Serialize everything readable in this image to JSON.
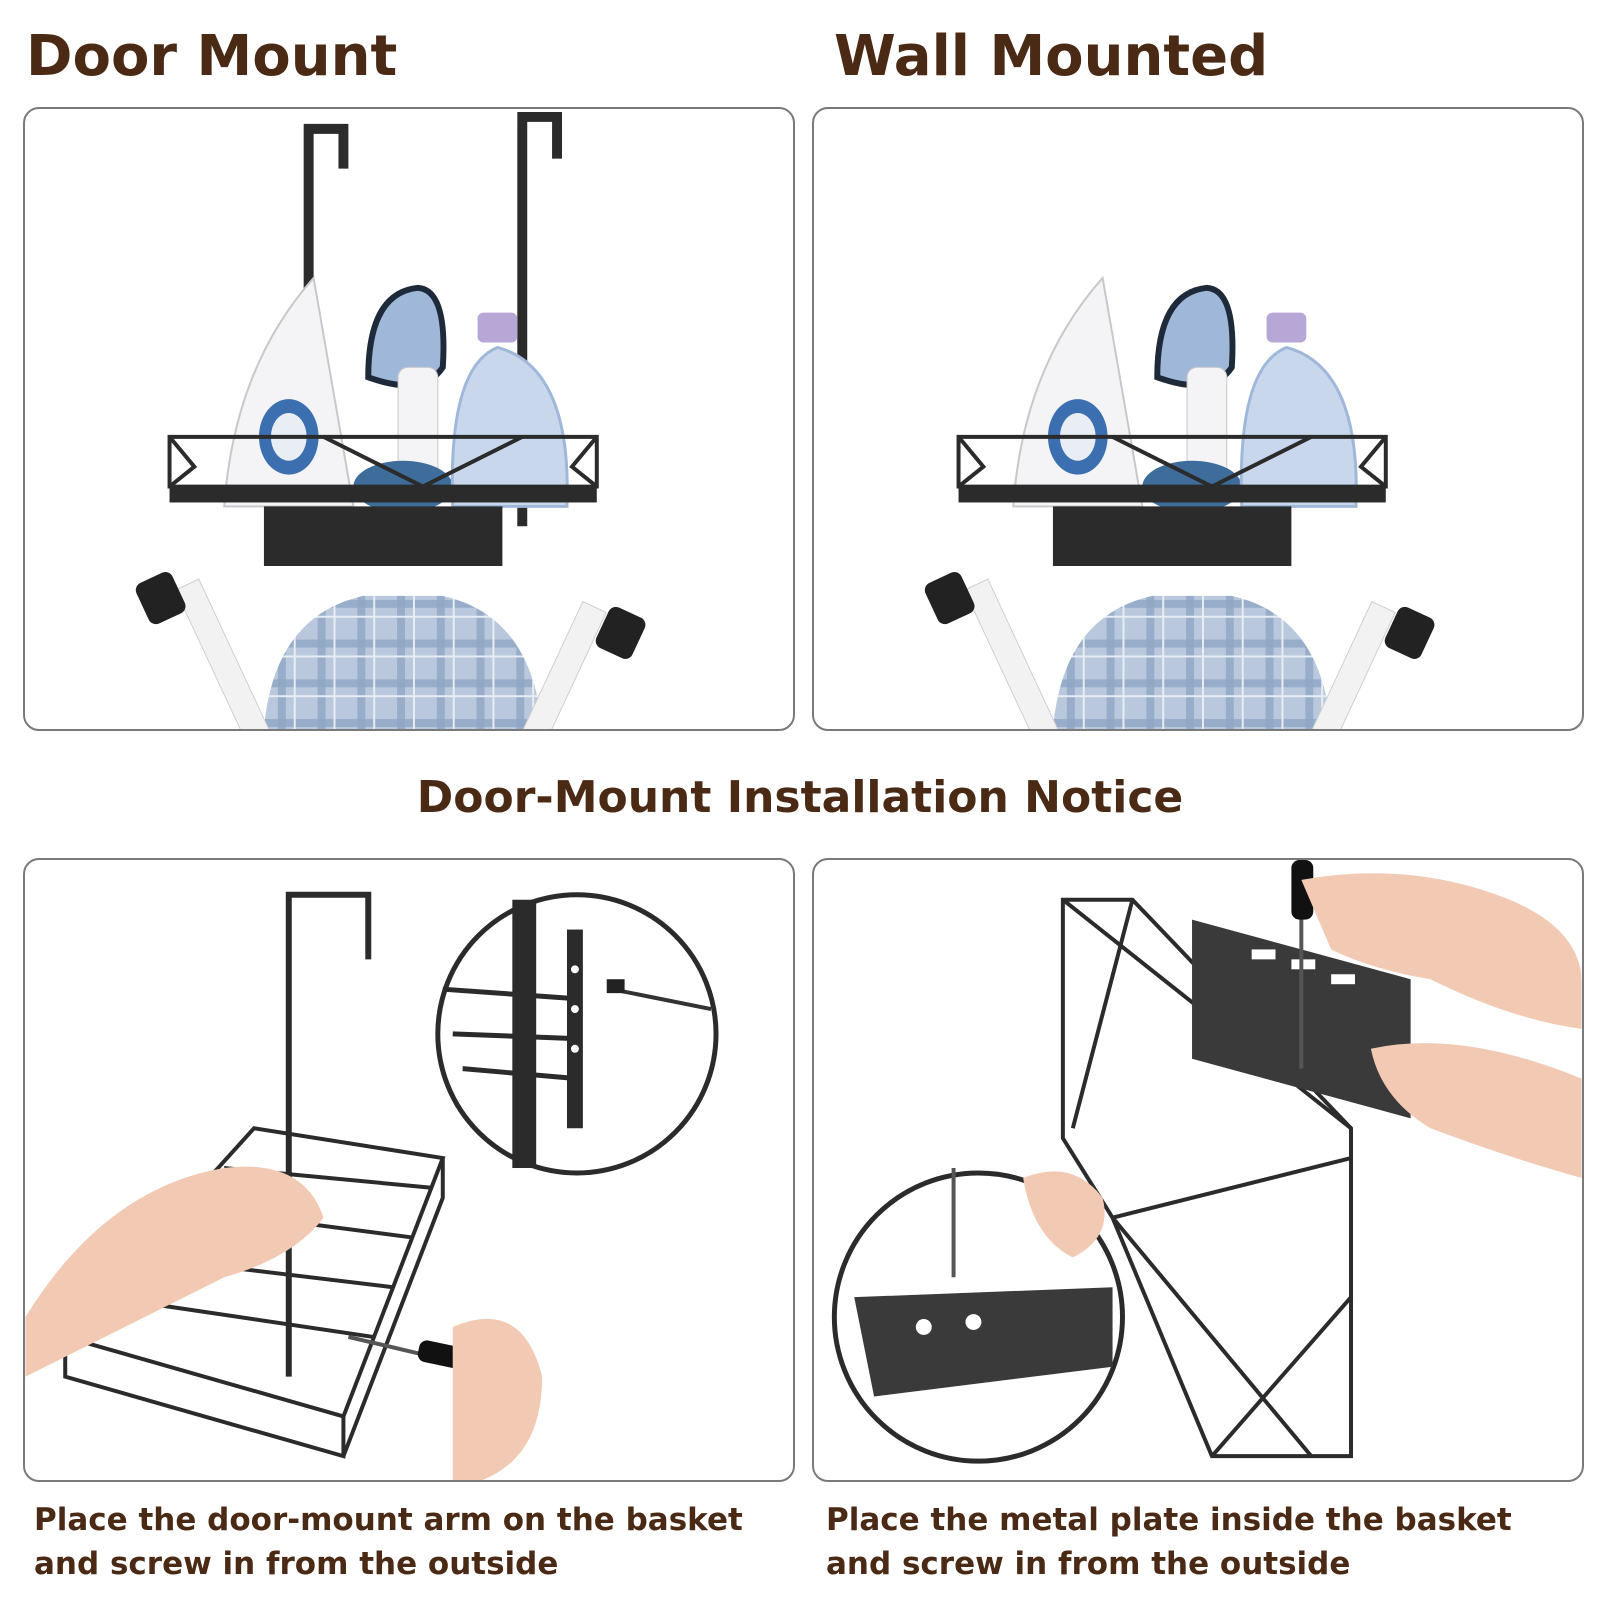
{
  "headings": {
    "door_mount": "Door Mount",
    "wall_mounted": "Wall Mounted",
    "installation_notice": "Door-Mount Installation Notice"
  },
  "captions": {
    "step_door_arm": {
      "line1": "Place the door-mount arm on the basket",
      "line2": "and screw in from the outside"
    },
    "step_metal_plate": {
      "line1": "Place the metal plate inside the basket",
      "line2": "and screw in from the outside"
    }
  },
  "colors": {
    "heading_text": "#4a2a14",
    "metal": "#2b2b2b",
    "panel_border": "#7a7a7a",
    "plaid_blue": "#8fa6c4",
    "appliance_blue": "#9fb8da"
  }
}
